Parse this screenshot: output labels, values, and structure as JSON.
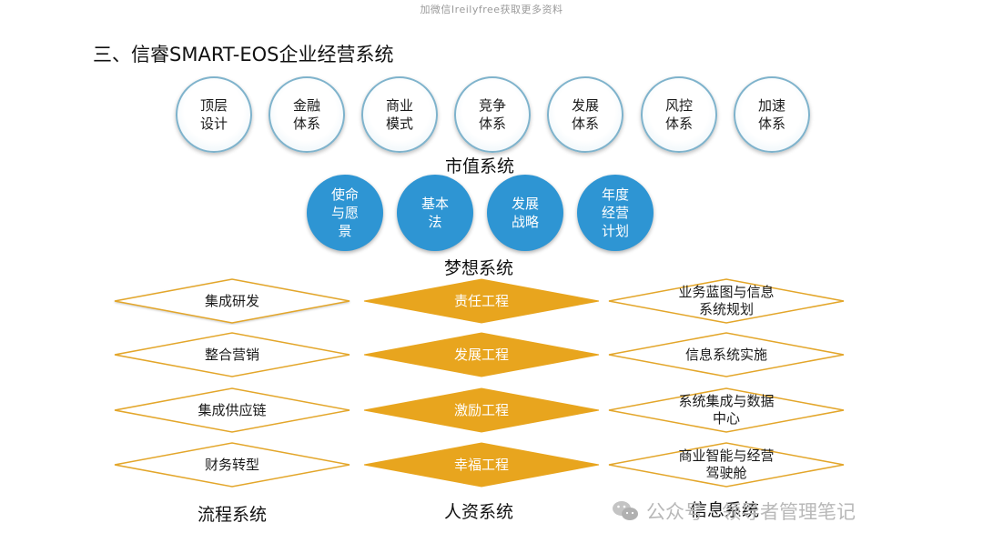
{
  "watermark_top": "加微信Ireilyfree获取更多资料",
  "title": "三、信睿SMART-EOS企业经营系统",
  "market_value": {
    "items": [
      {
        "line1": "顶层",
        "line2": "设计"
      },
      {
        "line1": "金融",
        "line2": "体系"
      },
      {
        "line1": "商业",
        "line2": "模式"
      },
      {
        "line1": "竞争",
        "line2": "体系"
      },
      {
        "line1": "发展",
        "line2": "体系"
      },
      {
        "line1": "风控",
        "line2": "体系"
      },
      {
        "line1": "加速",
        "line2": "体系"
      }
    ],
    "label": "市值系统"
  },
  "dream": {
    "items": [
      {
        "line1": "使命",
        "line2": "与愿",
        "line3": "景"
      },
      {
        "line1": "基本",
        "line2": "法",
        "line3": ""
      },
      {
        "line1": "发展",
        "line2": "战略",
        "line3": ""
      },
      {
        "line1": "年度",
        "line2": "经营",
        "line3": "计划"
      }
    ],
    "label": "梦想系统"
  },
  "process": {
    "items": [
      "集成研发",
      "整合营销",
      "集成供应链",
      "财务转型"
    ],
    "label": "流程系统"
  },
  "hr": {
    "items": [
      "责任工程",
      "发展工程",
      "激励工程",
      "幸福工程"
    ],
    "label": "人资系统"
  },
  "info": {
    "items": [
      {
        "line1": "业务蓝图与信息",
        "line2": "系统规划"
      },
      {
        "line1": "信息系统实施",
        "line2": ""
      },
      {
        "line1": "系统集成与数据",
        "line2": "中心"
      },
      {
        "line1": "商业智能与经营",
        "line2": "驾驶舱"
      }
    ],
    "label": "信息系统"
  },
  "colors": {
    "outline_ring": "#7fb3cc",
    "blue_fill": "#2e95d3",
    "gold_fill": "#e8a51e",
    "diamond_border": "#e3a62a"
  },
  "watermark": "公众号 · 领导者管理笔记"
}
